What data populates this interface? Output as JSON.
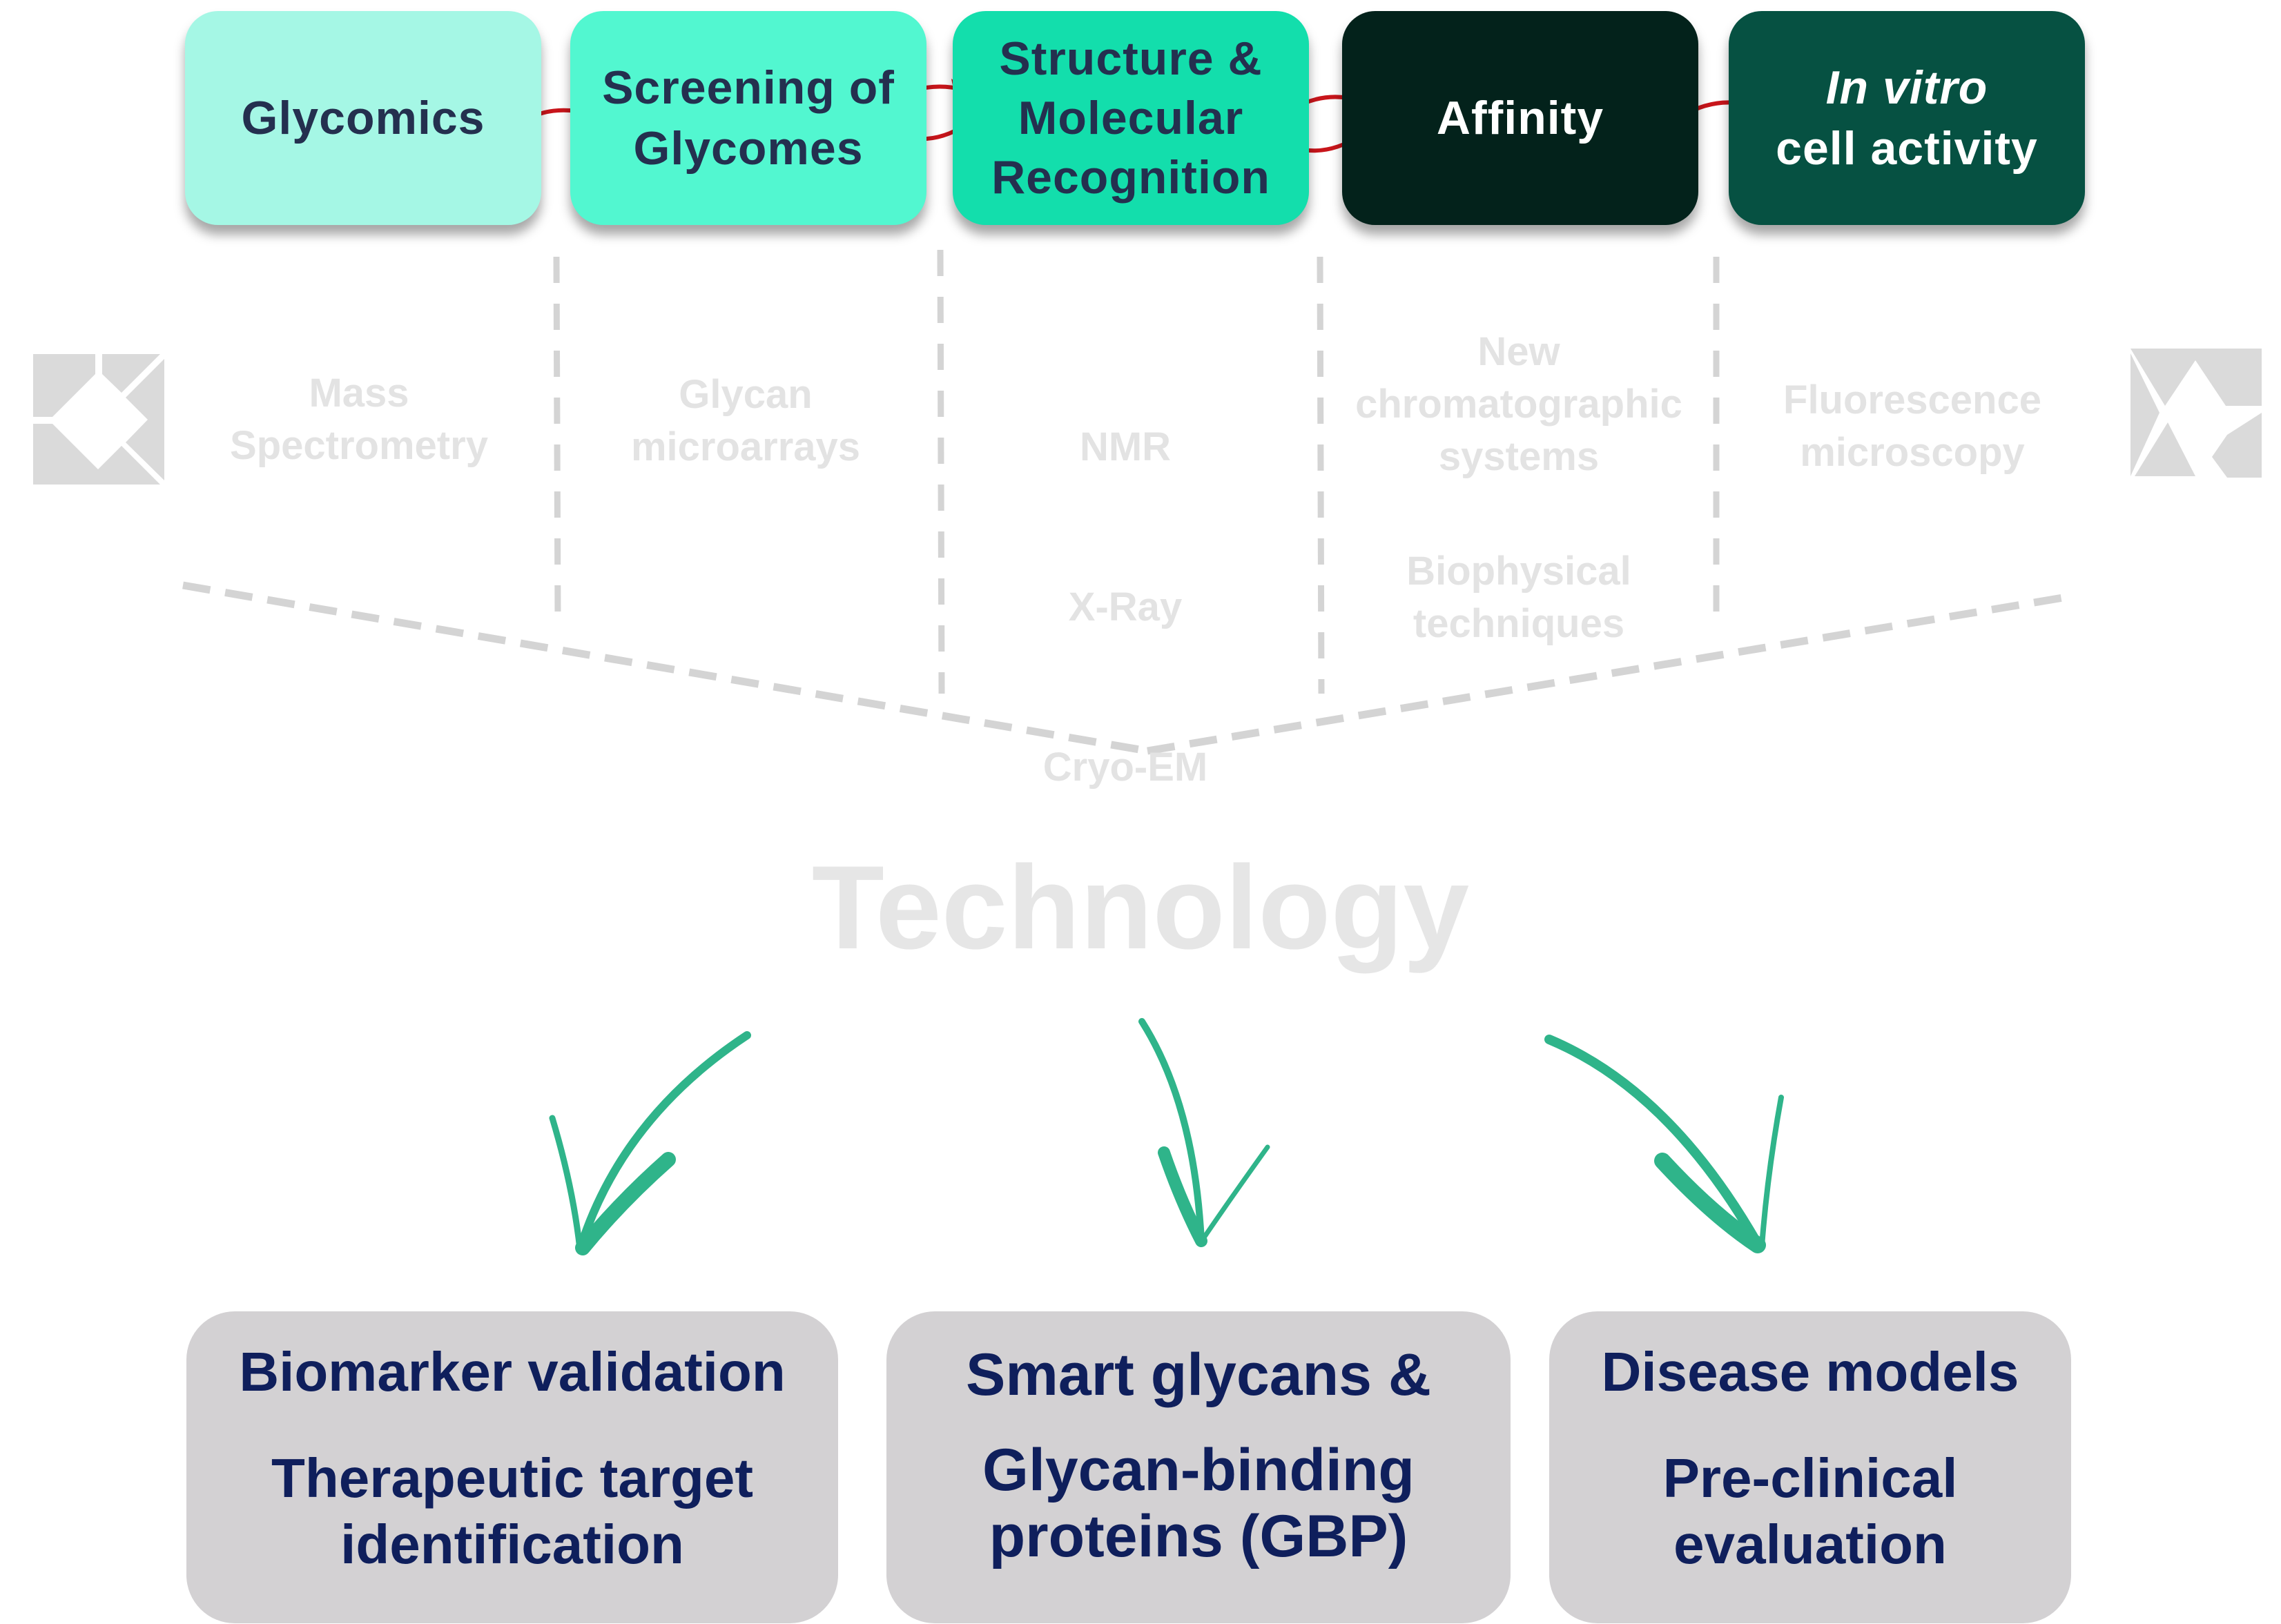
{
  "stages": [
    {
      "label": "Glycomics",
      "bg": "#a5f7e5",
      "fg": "#24304f",
      "italic_prefix": ""
    },
    {
      "label": "Screening of\nGlycomes",
      "bg": "#52f7d0",
      "fg": "#24304f",
      "italic_prefix": ""
    },
    {
      "label": "Structure &\nMolecular\nRecognition",
      "bg": "#13deac",
      "fg": "#24304f",
      "italic_prefix": ""
    },
    {
      "label": "Affinity",
      "bg": "#03221b",
      "fg": "#ffffff",
      "italic_prefix": ""
    },
    {
      "label_italic": "In vitro",
      "label": "cell activity",
      "bg": "#065142",
      "fg": "#ffffff"
    }
  ],
  "technologies": [
    {
      "label": "Mass\nSpectrometry"
    },
    {
      "label": "Glycan\nmicroarrays"
    },
    {
      "items": [
        "NMR",
        "X-Ray",
        "Cryo-EM"
      ]
    },
    {
      "items": [
        "New\nchromatographic\nsystems",
        "Biophysical\ntechniques"
      ]
    },
    {
      "label": "Fluorescence\nmicroscopy"
    }
  ],
  "center_title": "Technology",
  "outcomes": [
    {
      "lines": [
        "Biomarker validation",
        "Therapeutic target\nidentification"
      ]
    },
    {
      "lines": [
        "Smart glycans &",
        "Glycan-binding\nproteins (GBP)"
      ]
    },
    {
      "lines": [
        "Disease models",
        "Pre-clinical\nevaluation"
      ]
    }
  ],
  "colors": {
    "arrow_red": "#c8151b",
    "arrow_green": "#2fb48a",
    "dash_gray": "#d4d4d4",
    "logo_gray": "#dadada"
  },
  "icons": {
    "logo_left": "kite-logo-icon",
    "logo_right": "kite-logo-icon"
  }
}
